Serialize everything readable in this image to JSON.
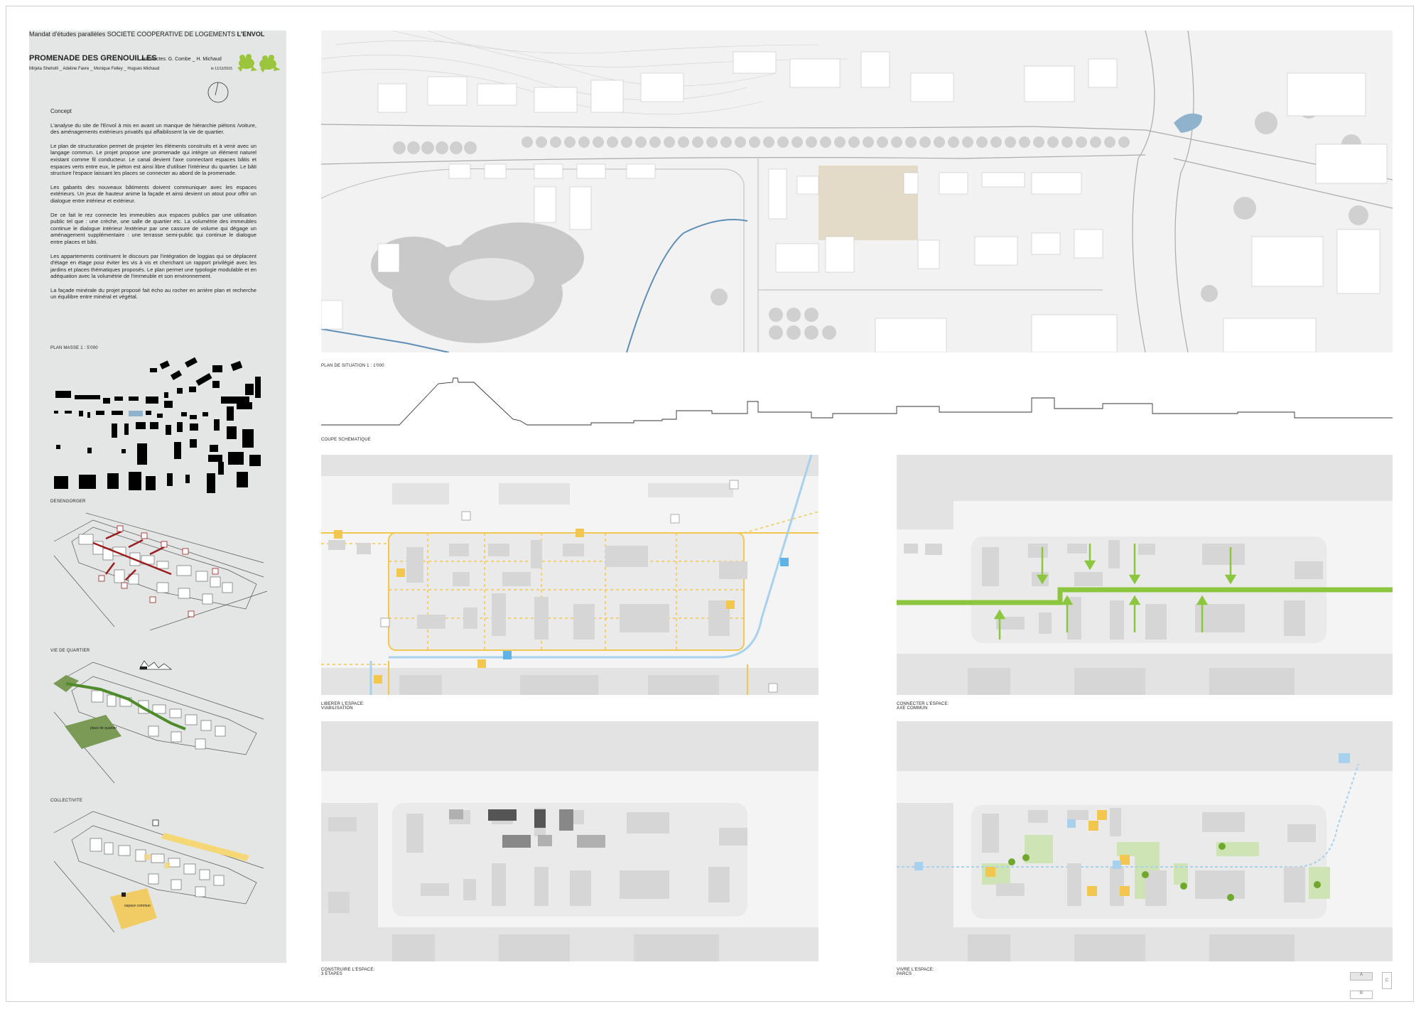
{
  "header": {
    "line_prefix": "Mandat d'études parallèles SOCIETE COOPERATIVE DE LOGEMENTS",
    "line_bold": "L'ENVOL",
    "title": "PROMENADE DES GRENOUILLES",
    "architects": "architectes: G. Combe _ H. Michaud",
    "authors": "Mirjeta Sheholli _ Adeline Favre _ Monique Felley _ Hugues Michaud",
    "date": "le 11/12/2015"
  },
  "concept": {
    "heading": "Concept",
    "paragraphs": [
      "L'analyse du site de l'Envol à mis en avant un manque de hiérarchie piétons /voiture, des aménagements extérieurs privatifs qui affaiblissent la vie de quartier.",
      "Le plan de structuration permet de projeter les éléments construits et à venir avec un langage commun. Le projet propose une promenade qui intègre un élément naturel existant comme fil conducteur. Le canal devient l'axe connectant espaces bâtis et espaces verts entre eux, le piéton est ainsi libre d'utiliser l'intérieur du quartier. Le bâti structure l'espace laissant les places se connecter au abord de la promenade.",
      "Les gabarits des nouveaux bâtiments doivent communiquer avec les espaces extérieurs. Un jeux de hauteur anime la façade et ainsi devient un atout pour offrir un dialogue entre intérieur et extérieur.",
      "De ce fait le rez connecte les immeubles aux espaces publics par une utilisation public tel que : une crèche, une salle de quartier etc. La volumétrie des immeubles continue le dialogue intérieur /extérieur par une cassure de volume qui dégage un aménagement supplémentaire : une terrasse semi-public qui continue le dialogue entre places et bâti.",
      "Les appartements continuent le discours par l'intégration de loggias qui se déplacent d'étage en étage pour éviter les vis à vis et cherchant un rapport privilégié avec les jardins et places thématiques proposés. Le plan permet une typologie modulable et en adéquation avec la volumétrie de l'immeuble et son environnement.",
      "La façade minérale du projet proposé fait écho au rocher en arrière plan et recherche un équilibre entre minéral et végétal."
    ]
  },
  "sidebar_labels": {
    "plan_masse": "PLAN MASSE 1 : 5'000",
    "desengorger": "DESENGORGER",
    "vie_quartier": "VIE DE QUARTIER",
    "collectivite": "COLLECTIVITE",
    "place_quartier": "place de quartier",
    "espace_commun": "espace commun"
  },
  "panel_labels": {
    "plan_situation": "PLAN DE SITUATION 1 : 1'000",
    "coupe": "COUPE SCHEMATIQUE",
    "liberer": [
      "LIBERER L'ESPACE:",
      "VIABILISATION"
    ],
    "connecter": [
      "CONNECTER L'ESPACE:",
      "AXE COMMUN"
    ],
    "construire": [
      "CONSTRUIRE L'ESPACE:",
      "3 ETAPES"
    ],
    "vivre": [
      "VIVRE L'ESPACE:",
      "PARCS"
    ]
  },
  "stamps": {
    "a": "A",
    "b": "B",
    "c": "C"
  },
  "colors": {
    "sidebar": "#e4e6e5",
    "map_base": "#efefef",
    "building": "#d4d4d4",
    "canal": "#5f8fb7",
    "pedestrian_yellow": "#f3c64d",
    "green_axis": "#8cc63f",
    "frog_green": "#9bc53d",
    "parking_red": "#9b1c1c"
  }
}
